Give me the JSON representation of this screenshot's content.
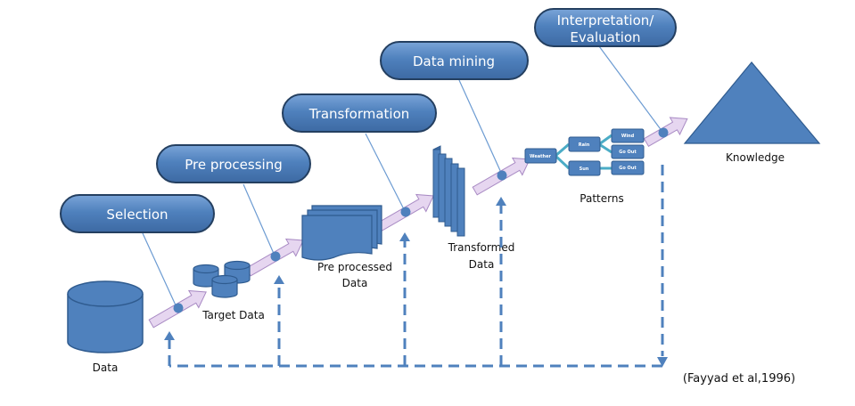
{
  "title": "KDD process (Knowledge Discovery in Databases)",
  "colors": {
    "shape_fill": "#4f81bd",
    "shape_stroke": "#2f5b8f",
    "pill_fill": "#4f81bd",
    "pill_stroke": "#243f60",
    "arrow_fill": "#e6d6f0",
    "arrow_stroke": "#a98bc4",
    "connector": "#6c9bd2",
    "dashed": "#4f81bd",
    "tree_link": "#4bacc6",
    "text": "#111111"
  },
  "steps": [
    {
      "label": "Selection"
    },
    {
      "label": "Pre processing"
    },
    {
      "label": "Transformation"
    },
    {
      "label": "Data mining"
    },
    {
      "label": "Interpretation/",
      "label2": "Evaluation"
    }
  ],
  "stages": [
    {
      "label": "Data",
      "icon": "database-cylinder"
    },
    {
      "label": "Target Data",
      "icon": "three-small-cylinders"
    },
    {
      "label": "Pre processed",
      "label2": "Data",
      "icon": "stacked-documents"
    },
    {
      "label": "Transformed",
      "label2": "Data",
      "icon": "stacked-tall-pages"
    },
    {
      "label": "Patterns",
      "icon": "decision-tree"
    },
    {
      "label": "Knowledge",
      "icon": "triangle"
    }
  ],
  "tree": {
    "root": "Weather",
    "branches": [
      {
        "label": "Rain",
        "leaves": [
          "Wind",
          "Go Out"
        ]
      },
      {
        "label": "Sun",
        "leaves": [
          "Go Out"
        ]
      }
    ]
  },
  "citation": "(Fayyad et al,1996)"
}
